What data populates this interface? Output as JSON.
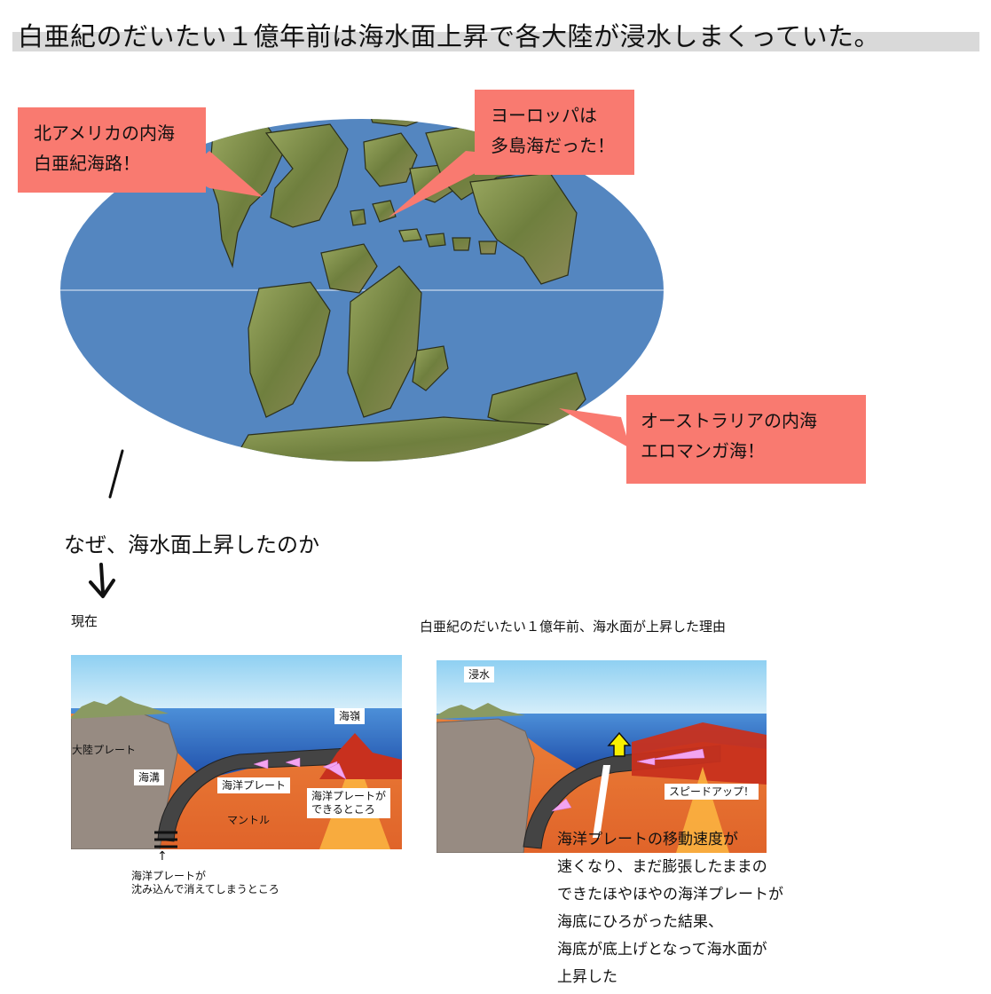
{
  "title": "白亜紀のだいたい１億年前は海水面上昇で各大陸が浸水しまくっていた。",
  "callouts": {
    "north_america": {
      "line1": "北アメリカの内海",
      "line2": "白亜紀海路！"
    },
    "europe": {
      "line1": "ヨーロッパは",
      "line2": "多島海だった！"
    },
    "australia": {
      "line1": "オーストラリアの内海",
      "line2": "エロマンガ海！"
    }
  },
  "question": "なぜ、海水面上昇したのか",
  "present": {
    "heading": "現在",
    "labels": {
      "ridge": "海嶺",
      "continental_plate": "大陸プレート",
      "trench": "海溝",
      "oceanic_plate": "海洋プレート",
      "mantle": "マントル",
      "plate_forms_line1": "海洋プレートが",
      "plate_forms_line2": "できるところ"
    },
    "caption_line1": "海洋プレートが",
    "caption_line2": "沈み込んで消えてしまうところ"
  },
  "cretaceous": {
    "heading": "白亜紀のだいたい１億年前、海水面が上昇した理由",
    "labels": {
      "flooded": "浸水",
      "speed_up": "スピードアップ！"
    },
    "explanation": [
      "海洋プレートの移動速度が",
      "速くなり、まだ膨張したままの",
      "できたほやほやの海洋プレートが",
      "海底にひろがった結果、",
      "海底が底上げとなって海水面が",
      "上昇した"
    ]
  },
  "colors": {
    "ocean": "#5486c0",
    "callout": "#f97a70",
    "land": "#7d8b4a",
    "mantle": "#ec7f3a",
    "magma": "#c8301e",
    "arrow": "#f3a4f0"
  }
}
